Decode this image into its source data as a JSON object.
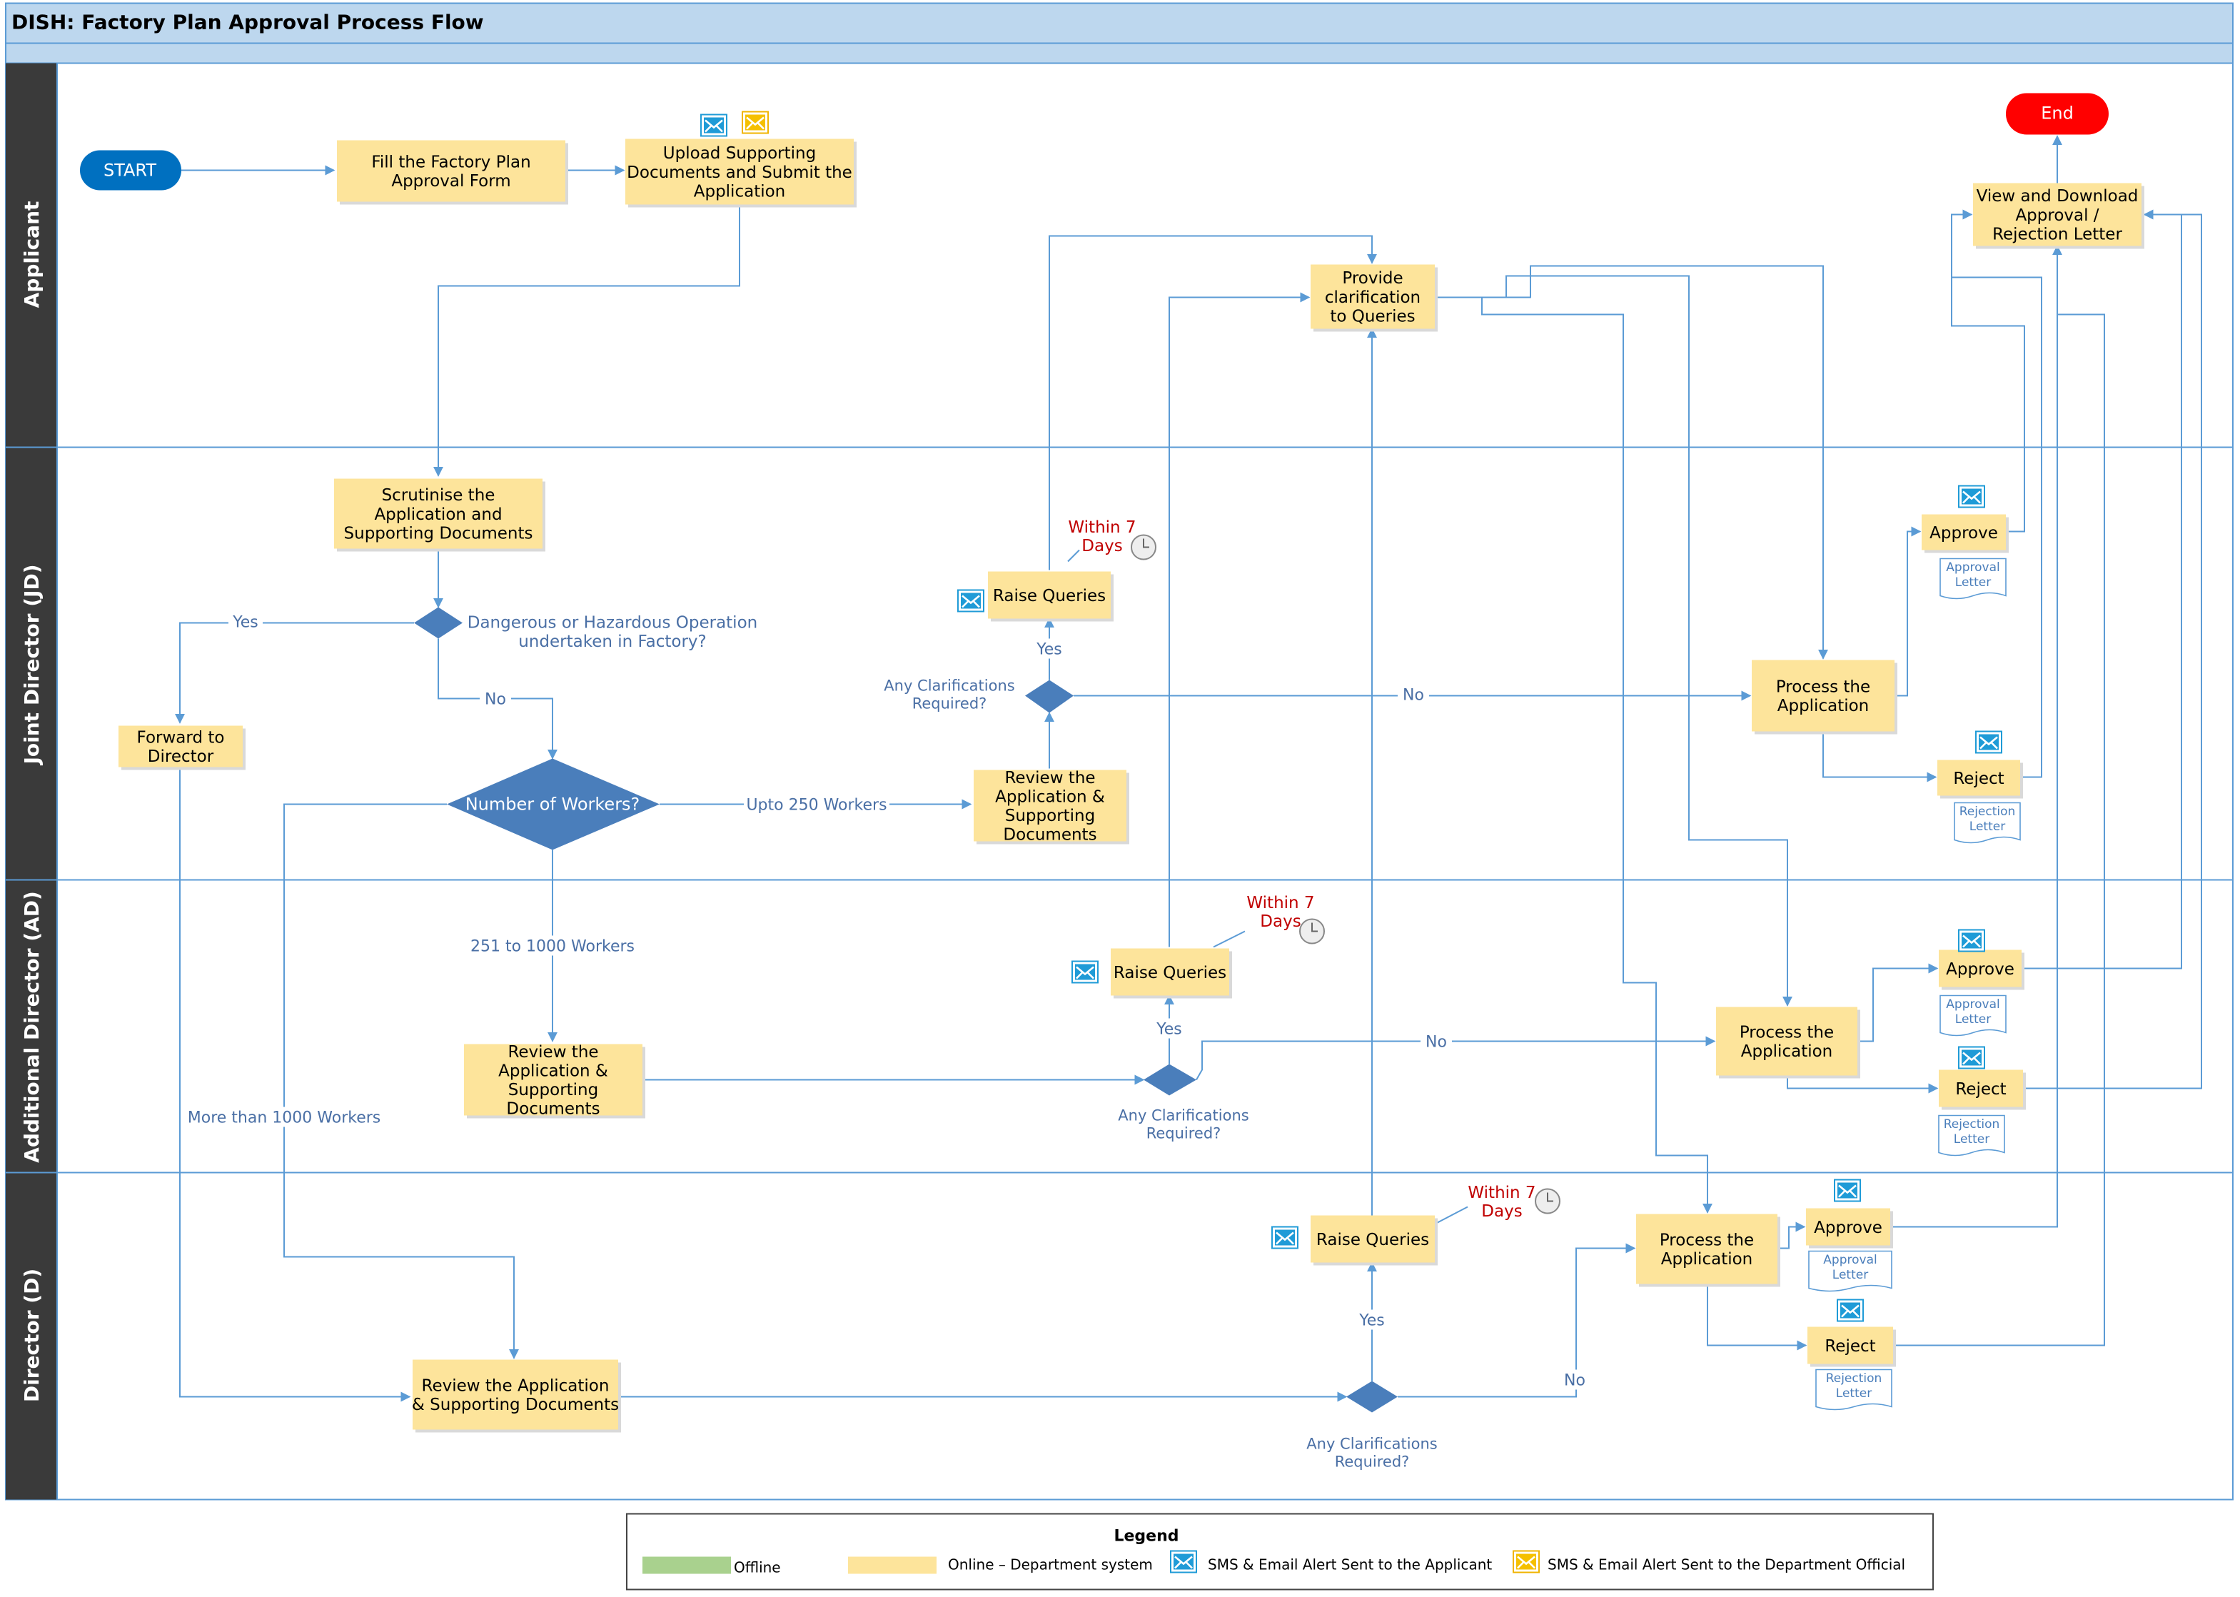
{
  "title": "DISH: Factory Plan Approval Process Flow",
  "lanes": [
    "Applicant",
    "Joint Director (JD)",
    "Additional Director (AD)",
    "Director (D)"
  ],
  "colors": {
    "header_bg": "#bdd7ee",
    "lane_label_bg": "#3a3a3a",
    "task_fill": "#fde49b",
    "offline_fill": "#a9d18e",
    "decision_fill": "#4a7ebb",
    "start_fill": "#0070c0",
    "end_fill": "#ff0000",
    "connector": "#5b9bd5",
    "timer_text": "#c00000",
    "label_text": "#4a6fa5"
  },
  "nodes": {
    "start": "START",
    "end": "End",
    "fill_form": "Fill the Factory Plan Approval Form",
    "upload_docs": "Upload Supporting Documents and Submit the Application",
    "view_download": "View and Download Approval / Rejection Letter",
    "provide_clarification": "Provide clarification to Queries",
    "scrutinise": "Scrutinise the Application and Supporting Documents",
    "dangerous_q": "Dangerous or Hazardous Operation undertaken in Factory?",
    "forward_director": "Forward to Director",
    "workers_q": "Number of Workers?",
    "jd_review": "Review the Application & Supporting Documents",
    "jd_raise": "Raise Queries",
    "jd_clar_q": "Any Clarifications Required?",
    "jd_process": "Process the Application",
    "jd_approve": "Approve",
    "jd_reject": "Reject",
    "ad_review": "Review the Application & Supporting Documents",
    "ad_raise": "Raise Queries",
    "ad_clar_q": "Any Clarifications Required?",
    "ad_process": "Process the Application",
    "ad_approve": "Approve",
    "ad_reject": "Reject",
    "d_review": "Review the Application & Supporting Documents",
    "d_raise": "Raise Queries",
    "d_clar_q": "Any Clarifications Required?",
    "d_process": "Process the Application",
    "d_approve": "Approve",
    "d_reject": "Reject",
    "approval_letter": "Approval Letter",
    "rejection_letter": "Rejection Letter",
    "within_7_days": "Within 7 Days"
  },
  "edge_labels": {
    "yes": "Yes",
    "no": "No",
    "upto_250": "Upto 250 Workers",
    "w_251_1000": "251 to 1000 Workers",
    "more_1000": "More than 1000 Workers"
  },
  "legend": {
    "title": "Legend",
    "offline": "Offline",
    "online": "Online – Department system",
    "sms_applicant": "SMS & Email Alert Sent to the Applicant",
    "sms_official": "SMS & Email Alert Sent to the Department Official"
  },
  "icons": {
    "applicant_alert": "envelope-blue-icon",
    "official_alert": "envelope-yellow-icon",
    "timer": "clock-icon"
  }
}
